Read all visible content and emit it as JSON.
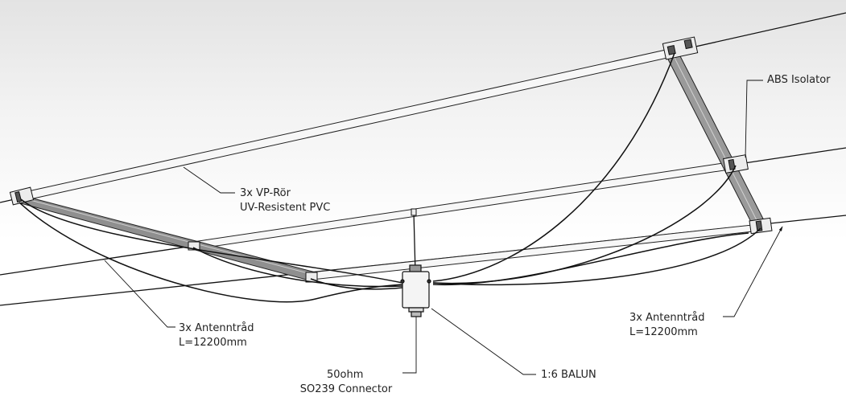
{
  "labels": {
    "pvc_pipe": {
      "line1": "3x VP-Rör",
      "line2": "UV-Resistent PVC"
    },
    "isolator": "ABS Isolator",
    "wire_left": {
      "line1": "3x Antenntråd",
      "line2": "L=12200mm"
    },
    "wire_right": {
      "line1": "3x Antenntråd",
      "line2": "L=12200mm"
    },
    "connector": {
      "line1": "50ohm",
      "line2": "SO239 Connector"
    },
    "balun": "1:6 BALUN"
  },
  "colors": {
    "background_top": "#e3e3e3",
    "line": "#111111",
    "pipe_fill": "#f7f7f7",
    "spreader_fill": "#9a9a9a"
  }
}
